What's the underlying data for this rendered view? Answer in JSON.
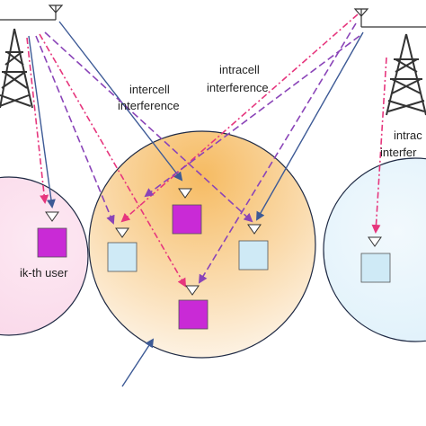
{
  "labels": {
    "intercell_line1": "intercell",
    "intercell_line2": "interference",
    "intracell_line1": "intracell",
    "intracell_line2": "interference",
    "intracell_right_line1": "intrac",
    "intracell_right_line2": "interfer",
    "user_label": "ik-th user"
  },
  "colors": {
    "left_cell_fill": "#fbe0ef",
    "center_cell_fill_top": "#f6bb62",
    "center_cell_fill_bottom": "#fdf2e3",
    "right_cell_fill": "#e4f3fb",
    "cell_outline": "#1f2a44",
    "served_user": "#c92ad6",
    "interfered_user": "#cfeaf6",
    "direct_link": "#3d5a96",
    "intercell_link": "#8a44b8",
    "intracell_link": "#e6367d",
    "tower": "#333333"
  },
  "icons": [
    "antenna-icon",
    "tower-icon",
    "user-device-icon"
  ]
}
